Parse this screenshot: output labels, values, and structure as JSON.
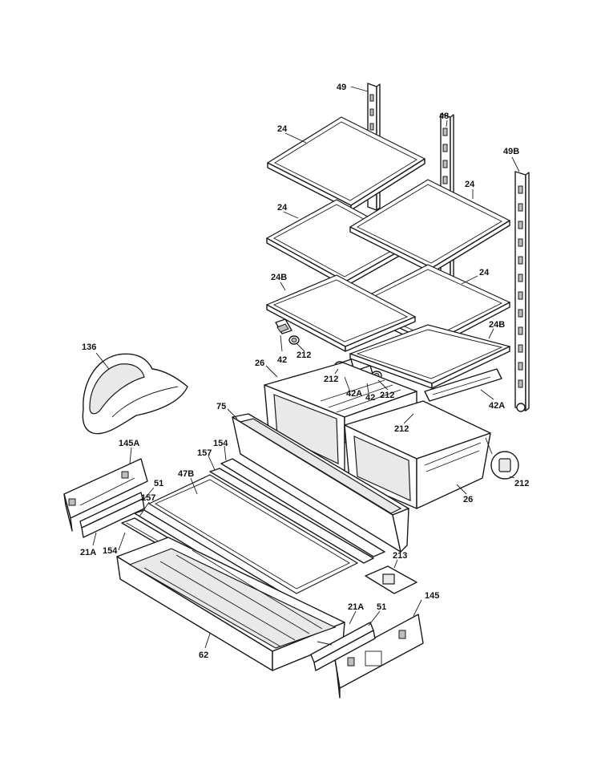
{
  "callouts": {
    "c49": "49",
    "c48": "48",
    "c49b": "49B",
    "c24_a": "24",
    "c24_b": "24",
    "c24_c": "24",
    "c24_d": "24",
    "c24b_a": "24B",
    "c24b_b": "24B",
    "c42_a": "42",
    "c42_b": "42",
    "c42a_a": "42A",
    "c42a_b": "42A",
    "c212_a": "212",
    "c212_b": "212",
    "c212_c": "212",
    "c212_d": "212",
    "c212_e": "212",
    "c26_a": "26",
    "c26_b": "26",
    "c136": "136",
    "c75": "75",
    "c154_a": "154",
    "c154_b": "154",
    "c157_a": "157",
    "c157_b": "157",
    "c47b": "47B",
    "c145a": "145A",
    "c145": "145",
    "c51_a": "51",
    "c51_b": "51",
    "c21a_a": "21A",
    "c21a_b": "21A",
    "c213": "213",
    "c62": "62"
  }
}
